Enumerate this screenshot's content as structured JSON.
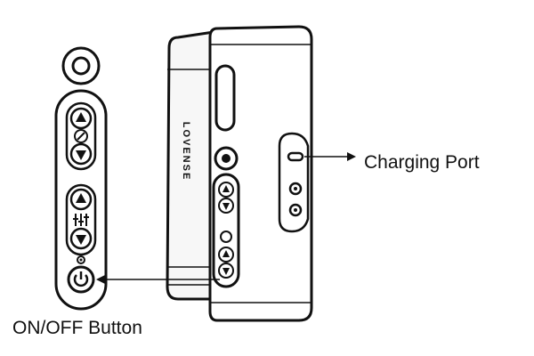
{
  "callouts": {
    "charging_port": "Charging Port",
    "on_off_button": "ON/OFF Button"
  },
  "device": {
    "brand_logo": "LOVENSE"
  },
  "colors": {
    "line": "#111111",
    "background": "#ffffff",
    "device_shade": "#f4f4f4"
  },
  "icons": [
    "power-icon",
    "arrow-up-icon",
    "arrow-down-icon",
    "mode-icon",
    "settings-sliders-icon",
    "led-indicator-icon"
  ]
}
